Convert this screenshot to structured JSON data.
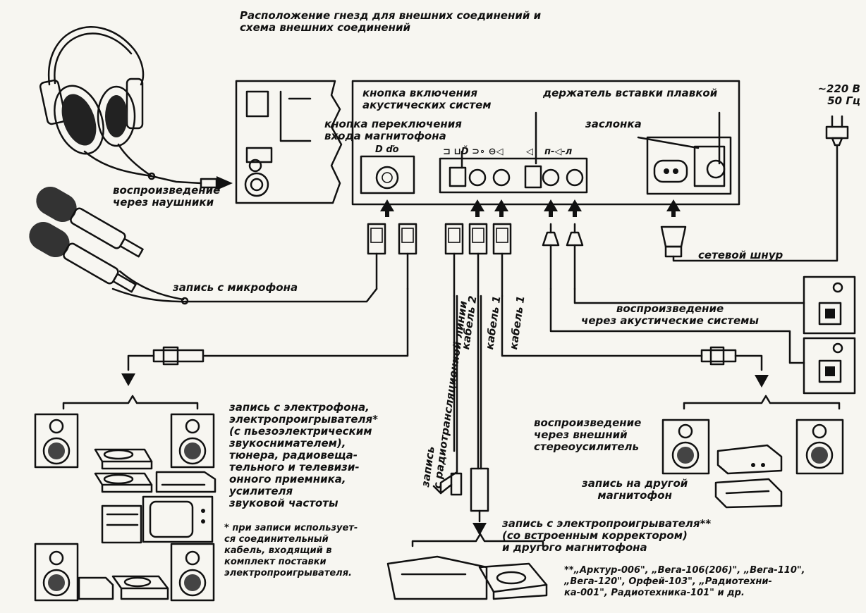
{
  "title": "Расположение гнезд для внешних соединений и\nсхема внешних соединений",
  "panel_labels": {
    "speaker_button": "кнопка включения\nакустических систем",
    "input_switch_button": "кнопка переключения\nвхода магнитофона",
    "fuse_holder": "держатель вставки плавкой",
    "shutter": "заслонка"
  },
  "socket_symbols": [
    "D ďo",
    "⊐ ⊔Ď ⊃∘ ⊖◁",
    "◁",
    "п-◁-л"
  ],
  "mains": "~220 В\n50 Гц",
  "mains_cord": "сетевой шнур",
  "headphones": "воспроизведение\nчерез наушники",
  "microphone": "запись с микрофона",
  "speakers_playback": "воспроизведение\nчерез акустические системы",
  "radio_line": "запись\nс радиотрансляционной линии",
  "cable_2": "кабель 2",
  "cable_1a": "кабель 1",
  "cable_1b": "кабель 1",
  "record_from_sources": "запись с электрофона,\nэлектропроигрывателя*\n(с пьезоэлектрическим\nзвукоснимателем),\nтюнера, радиовеща-\nтельного и телевизи-\nонного приемника,\nусилителя\nзвуковой частоты",
  "footnote_1": "* при записи использует-\nся соединительный\nкабель, входящий в\nкомплект поставки\nэлектропроигрывателя.",
  "external_amp": "воспроизведение\nчерез внешний\nстереоусилитель",
  "other_recorder": "запись на другой\nмагнитофон",
  "record_from_player": "запись с электропроигрывателя**\n(со встроенным корректором)\nи другого магнитофона",
  "footnote_2": "**„Арктур-006\", „Вега-106(206)\", „Вега-110\",\n„Вега-120\", Орфей-103\", „Радиотехни-\nка-001\", Радиотехника-101\" и др."
}
